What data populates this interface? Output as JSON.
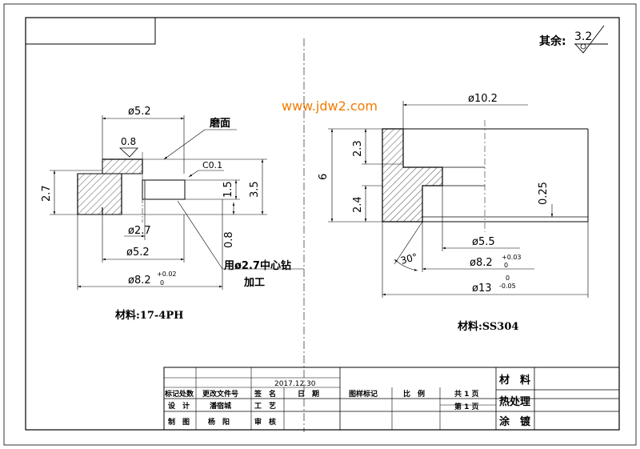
{
  "watermark": "www.jdw2.com",
  "surface_note": {
    "prefix": "其余:",
    "roughness": "3.2"
  },
  "left_part": {
    "dim_top_dia": "ø5.2",
    "roughness": "0.8",
    "grind_note": "磨面",
    "chamfer": "C0.1",
    "dim_left_height": "2.7",
    "dim_right_15": "1.5",
    "dim_right_35": "3.5",
    "dim_bore_dia": "ø2.7",
    "dim_08": "0.8",
    "dim_bottom_dia": "ø5.2",
    "dim_outer_dia": "ø8.2",
    "tol_outer_upper": "+0.02",
    "tol_outer_lower": "0",
    "drill_note_1": "用ø2.7中心钻",
    "drill_note_2": "加工",
    "material": "材料:17-4PH"
  },
  "right_part": {
    "dim_top_dia": "ø10.2",
    "dim_total_height": "6",
    "dim_23": "2.3",
    "dim_24": "2.4",
    "dim_025": "0.25",
    "dim_55": "ø5.5",
    "dim_82": "ø8.2",
    "tol_82_upper": "+0.03",
    "tol_82_lower": "0",
    "dim_13": "ø13",
    "tol_13_upper": "0",
    "tol_13_lower": "-0.05",
    "angle": "30°",
    "material": "材料:SS304"
  },
  "title_block": {
    "date": "2017.12.30",
    "h_mark": "标记处数",
    "h_change": "更改文件号",
    "h_sign": "签　名",
    "h_date": "日　期",
    "h_drawing_mark": "图样标记",
    "h_scale": "比　例",
    "total": "共 1 页",
    "page": "第 1 页",
    "design_label": "设　计",
    "designer": "潘宿城",
    "process_label": "工　艺",
    "draw_label": "制　图",
    "drafter": "杨　阳",
    "review_label": "审　核",
    "material_label": "材　料",
    "heat_label": "热处理",
    "coating_label": "涂　镀"
  }
}
